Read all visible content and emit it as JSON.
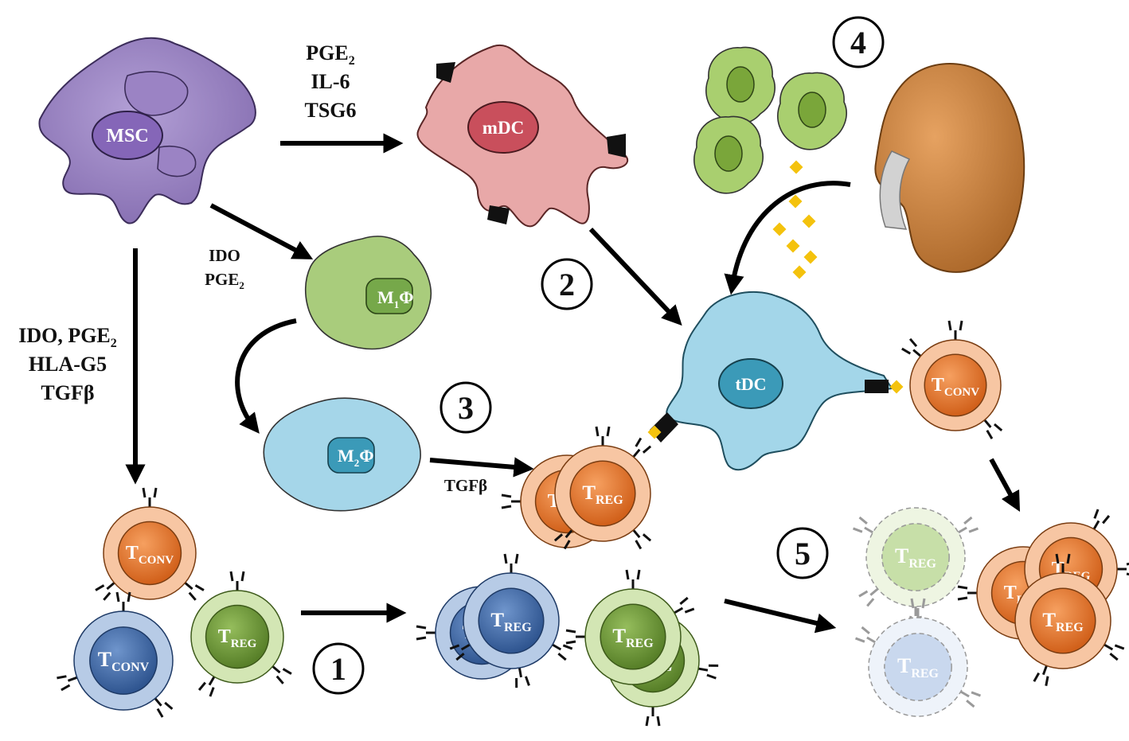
{
  "cells": {
    "msc": "MSC",
    "mdc": "mDC",
    "tdc": "tDC",
    "m1": {
      "main": "M",
      "sub": "1",
      "tail": "Φ"
    },
    "m2": {
      "main": "M",
      "sub": "2",
      "tail": "Φ"
    },
    "t": "T",
    "conv": "CONV",
    "reg": "REG"
  },
  "factors": {
    "msc_to_mdc": [
      "PGE",
      "IL-6",
      "TSG6"
    ],
    "msc_to_mdc_sub": "2",
    "msc_to_macrophage": [
      "IDO",
      "PGE"
    ],
    "msc_to_macrophage_sub": "2",
    "msc_to_tcells": [
      "IDO, PGE",
      "HLA-G5",
      "TGFβ"
    ],
    "msc_to_tcells_sub": "2",
    "m2_to_treg": "TGFβ"
  },
  "steps": [
    "1",
    "2",
    "3",
    "4",
    "5"
  ],
  "colors": {
    "msc": "#9b82c0",
    "mdc": "#e49a9a",
    "dc_green": "#9cc464",
    "tdc": "#86c6de",
    "m1": "#a9cc7c",
    "m2": "#9fd2e6",
    "kidney": "#c98438",
    "tconv_orange": "#e8782a",
    "ring_peach": "#f7c6a3",
    "treg_green": "#6e9a3a",
    "ring_green": "#d3e6b4",
    "tconv_blue": "#4a72ae",
    "ring_blue": "#b7cbe6",
    "signal_yellow": "#f4c20d"
  }
}
